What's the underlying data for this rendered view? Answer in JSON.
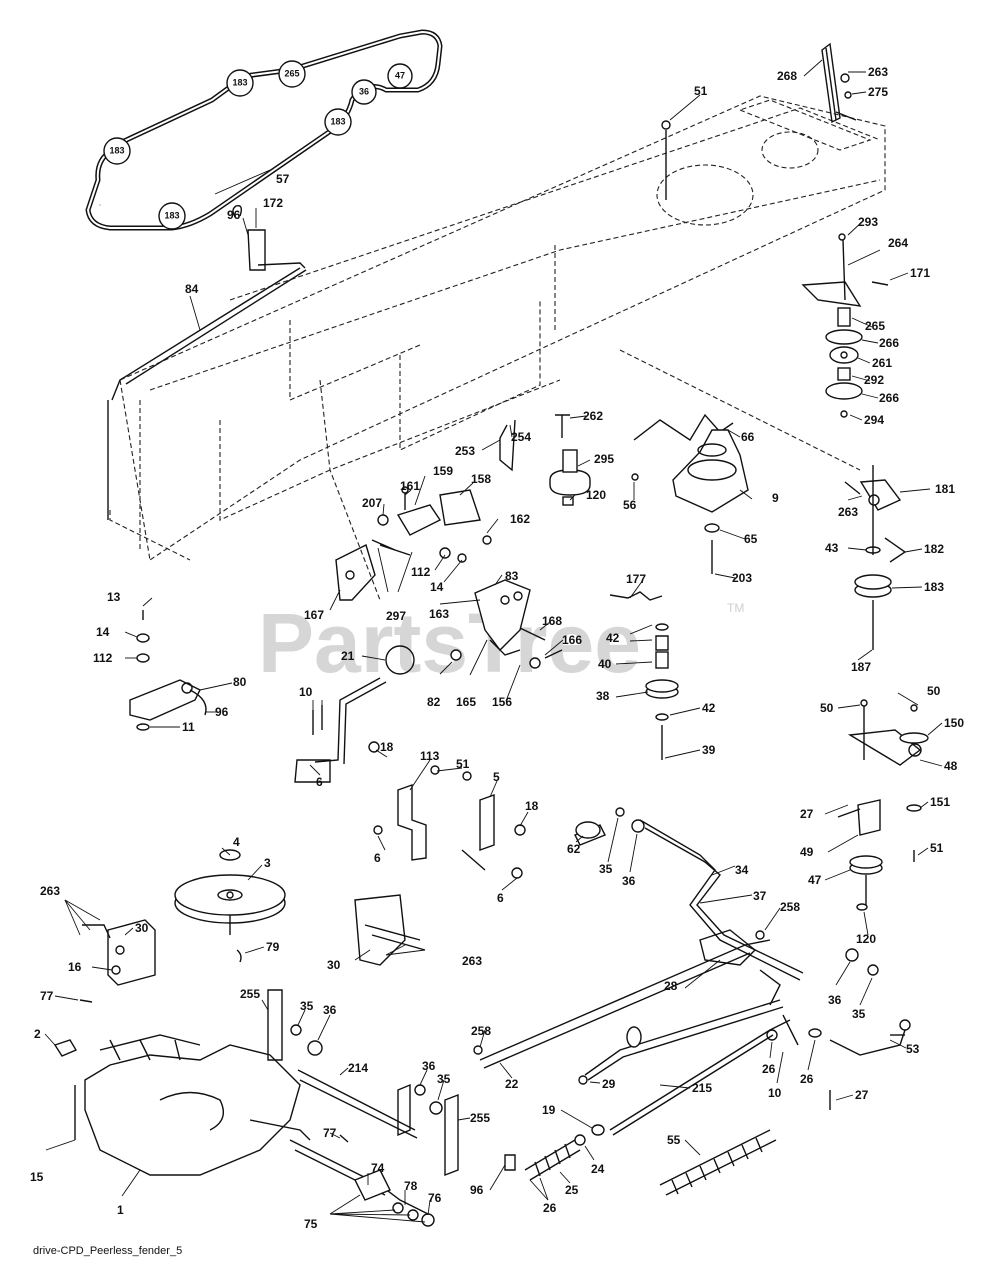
{
  "watermark": {
    "text": "PartsTree",
    "tm": "TM"
  },
  "footer": {
    "code": "drive-CPD_Peerless_fender_5"
  },
  "belt_pulley_labels": [
    "183",
    "183",
    "265",
    "47",
    "36",
    "183",
    "183",
    "183"
  ],
  "callouts": [
    "57",
    "96",
    "172",
    "84",
    "268",
    "263",
    "275",
    "51",
    "293",
    "264",
    "171",
    "265",
    "266",
    "261",
    "292",
    "266",
    "294",
    "262",
    "66",
    "253",
    "254",
    "295",
    "120",
    "56",
    "9",
    "65",
    "203",
    "181",
    "263",
    "43",
    "182",
    "183",
    "187",
    "207",
    "161",
    "159",
    "158",
    "162",
    "112",
    "14",
    "83",
    "297",
    "167",
    "163",
    "177",
    "168",
    "166",
    "42",
    "40",
    "38",
    "42",
    "39",
    "13",
    "14",
    "112",
    "80",
    "96",
    "11",
    "21",
    "82",
    "165",
    "156",
    "10",
    "6",
    "18",
    "113",
    "51",
    "5",
    "18",
    "6",
    "6",
    "62",
    "35",
    "36",
    "34",
    "37",
    "258",
    "50",
    "50",
    "150",
    "48",
    "27",
    "151",
    "49",
    "51",
    "47",
    "120",
    "4",
    "3",
    "79",
    "263",
    "30",
    "16",
    "77",
    "2",
    "15",
    "1",
    "30",
    "263",
    "255",
    "35",
    "36",
    "214",
    "36",
    "35",
    "255",
    "77",
    "74",
    "78",
    "76",
    "75",
    "28",
    "258",
    "22",
    "29",
    "215",
    "26",
    "10",
    "26",
    "53",
    "27",
    "36",
    "35",
    "19",
    "24",
    "25",
    "26",
    "96",
    "55"
  ]
}
